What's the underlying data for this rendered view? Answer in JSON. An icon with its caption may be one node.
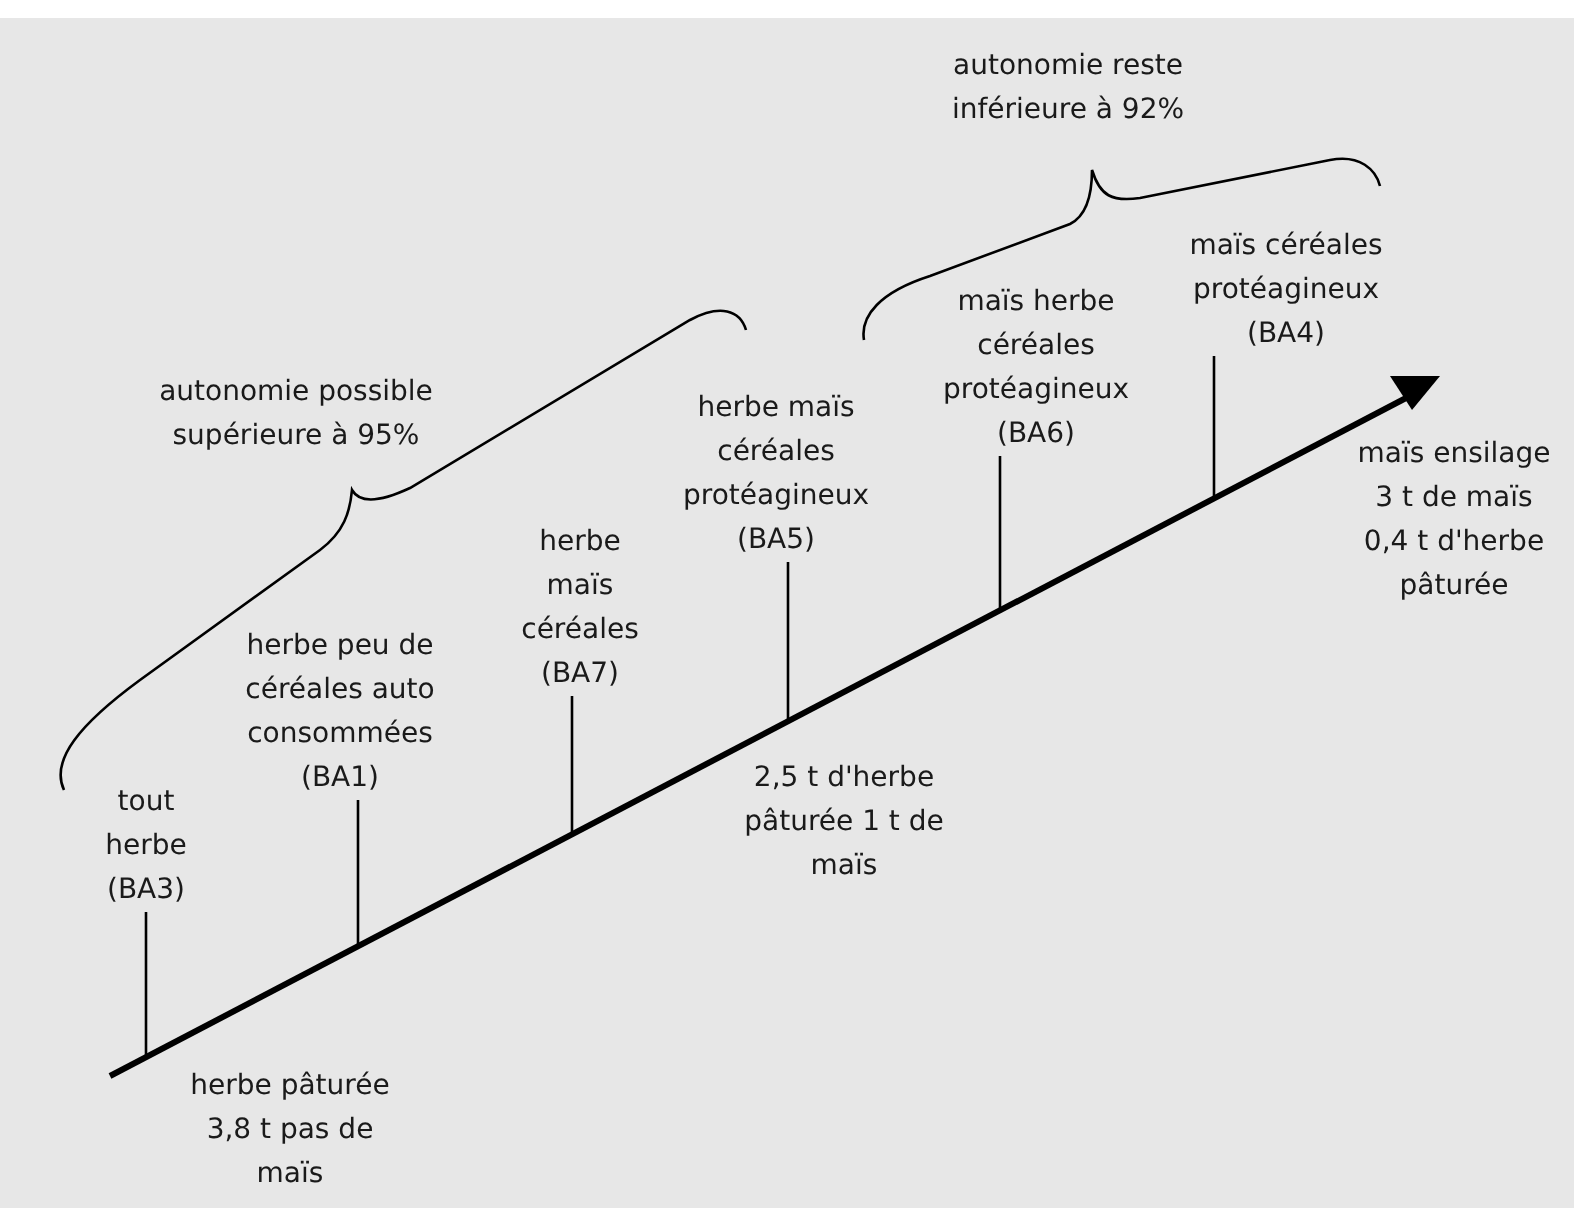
{
  "diagram": {
    "nodes": [
      {
        "text": [
          "tout herbe (BA3)"
        ]
      },
      {
        "text": [
          "herbe peu de céréales auto consommées (BA1)"
        ]
      },
      {
        "text": [
          "herbe maïs céréales (BA7)"
        ]
      },
      {
        "text": [
          "herbe maïs céréales protéagineux (BA5)"
        ]
      },
      {
        "text": [
          "maïs herbe céréales protéagineux (BA6)"
        ]
      },
      {
        "text": [
          "maïs céréales protéagineux (BA4)"
        ]
      }
    ],
    "edges": [
      {
        "from": 0,
        "to": null,
        "arrow": "none"
      },
      {
        "from": 1,
        "to": null,
        "arrow": "none"
      },
      {
        "from": 2,
        "to": null,
        "arrow": "none"
      },
      {
        "from": 3,
        "to": null,
        "arrow": "none"
      },
      {
        "from": 4,
        "to": null,
        "arrow": "none"
      },
      {
        "from": 5,
        "to": null,
        "arrow": "none"
      }
    ],
    "labels": [
      "autonomie reste inférieure à 92%",
      "autonomie possible supérieure à 95%",
      "maïs ensilage 3 t de maïs 0,4 t d'herbe pâturée",
      "2,5 t d'herbe pâturée 1 t de maïs",
      "herbe pâturée 3,8 t pas de maïs"
    ]
  }
}
